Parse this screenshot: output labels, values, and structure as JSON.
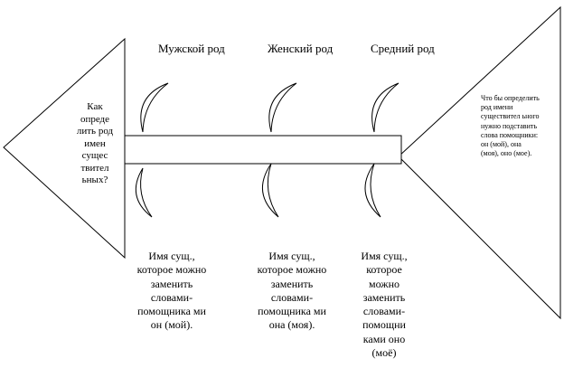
{
  "diagram": {
    "head": {
      "question": "Как опреде лить род имен сущес твител ьных?"
    },
    "tail": {
      "rule": "Что бы определить род имени существител ьного нужно подставить слова помощники: он (мой), она (моя), оно (мое)."
    },
    "genders": [
      {
        "title": "Мужской род",
        "description": "Имя сущ., которое можно заменить словами-помощника ми он (мой)."
      },
      {
        "title": "Женский род",
        "description": "Имя сущ., которое можно заменить словами-помощника ми она (моя)."
      },
      {
        "title": "Средний род",
        "description": "Имя сущ., которое можно заменить словами-помощни ками оно (моё)"
      }
    ]
  }
}
